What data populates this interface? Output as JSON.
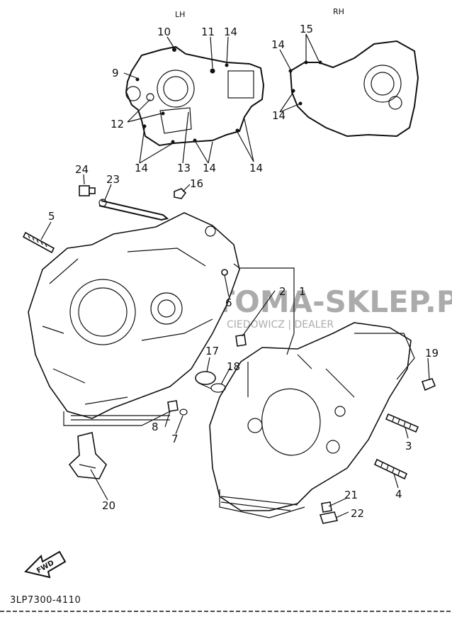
{
  "diagram": {
    "side_labels": {
      "left": "LH",
      "right": "RH"
    },
    "diagram_code": "3LP7300-4110",
    "fwd_label": "FWD",
    "watermark": {
      "main": "MOTOMA-SKLEP.PL",
      "sub": "CIEDOWICZ | DEALER"
    },
    "watermark_color": "#d98c8c",
    "ink_color": "#111111",
    "callouts": [
      {
        "id": "c1",
        "text": "1"
      },
      {
        "id": "c2",
        "text": "2"
      },
      {
        "id": "c3",
        "text": "3"
      },
      {
        "id": "c4",
        "text": "4"
      },
      {
        "id": "c5",
        "text": "5"
      },
      {
        "id": "c6",
        "text": "6"
      },
      {
        "id": "c7",
        "text": "7"
      },
      {
        "id": "c8",
        "text": "8"
      },
      {
        "id": "c9",
        "text": "9"
      },
      {
        "id": "c10",
        "text": "10"
      },
      {
        "id": "c11",
        "text": "11"
      },
      {
        "id": "c12",
        "text": "12"
      },
      {
        "id": "c13",
        "text": "13"
      },
      {
        "id": "c14a",
        "text": "14"
      },
      {
        "id": "c14b",
        "text": "14"
      },
      {
        "id": "c14c",
        "text": "14"
      },
      {
        "id": "c14d",
        "text": "14"
      },
      {
        "id": "c14e",
        "text": "14"
      },
      {
        "id": "c14f",
        "text": "14"
      },
      {
        "id": "c15",
        "text": "15"
      },
      {
        "id": "c16",
        "text": "16"
      },
      {
        "id": "c17",
        "text": "17"
      },
      {
        "id": "c18",
        "text": "18"
      },
      {
        "id": "c19",
        "text": "19"
      },
      {
        "id": "c20",
        "text": "20"
      },
      {
        "id": "c21",
        "text": "21"
      },
      {
        "id": "c22",
        "text": "22"
      },
      {
        "id": "c23",
        "text": "23"
      },
      {
        "id": "c24",
        "text": "24"
      }
    ]
  }
}
